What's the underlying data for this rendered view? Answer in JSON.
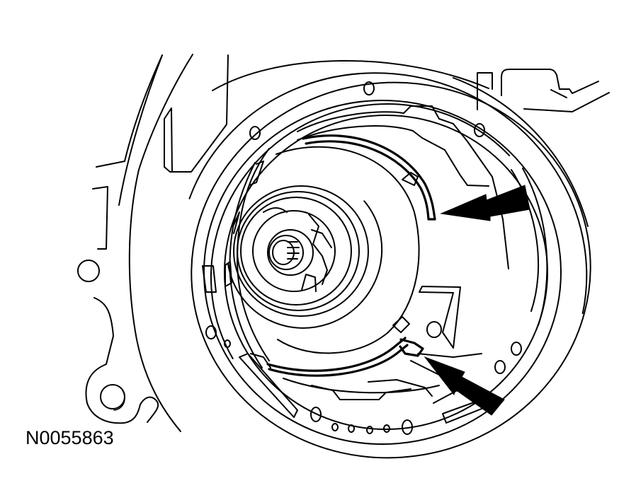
{
  "figure": {
    "id_label": "N0055863",
    "background": "#ffffff",
    "line_color": "#000000",
    "callouts": [
      {
        "name": "arrow-upper",
        "points_to": "snap-ring-upper-end",
        "direction": "left"
      },
      {
        "name": "arrow-lower",
        "points_to": "snap-ring-lower-end",
        "direction": "up-left"
      }
    ]
  }
}
